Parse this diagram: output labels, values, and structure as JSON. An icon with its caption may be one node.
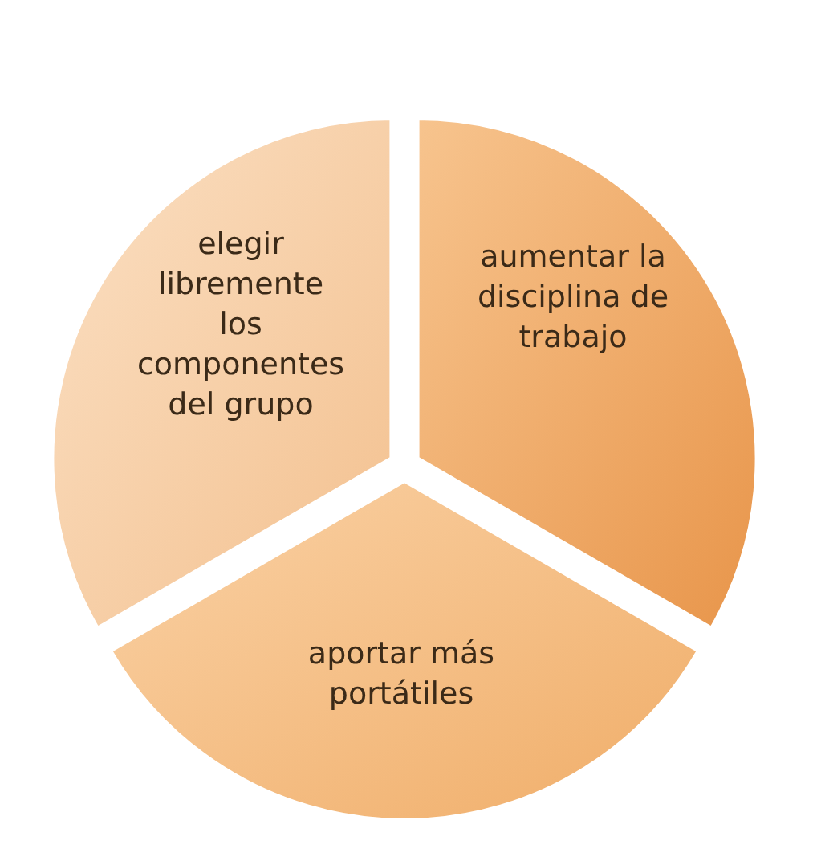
{
  "diagram": {
    "nodes": [
      {
        "text": [
          "aumentar la disciplina de trabajo"
        ]
      },
      {
        "text": [
          "aportar más portátiles"
        ]
      },
      {
        "text": [
          "elegir libremente los componentes del grupo"
        ]
      }
    ]
  }
}
